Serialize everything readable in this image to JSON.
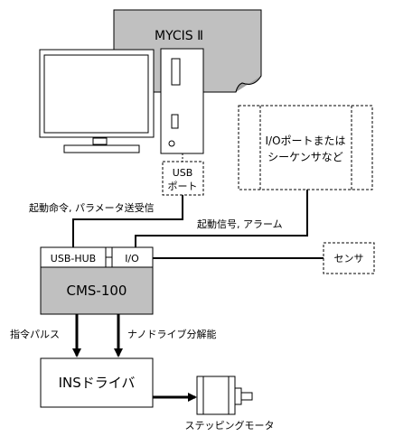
{
  "server": {
    "name": "MYCIS Ⅱ"
  },
  "pc": {
    "usb_port_line1": "USB",
    "usb_port_line2": "ポート"
  },
  "io_box": {
    "line1": "I/Oポートまたは",
    "line2": "シーケンサなど"
  },
  "links": {
    "pc_to_hub": "起動命令, パラメータ送受信",
    "io_to_controller": "起動信号, アラーム",
    "controller_to_driver_left": "指令パルス",
    "controller_to_driver_right": "ナノドライブ分解能"
  },
  "controller": {
    "name": "CMS-100",
    "usb_hub": "USB-HUB",
    "io": "I/O"
  },
  "sensor": {
    "label": "センサ"
  },
  "driver": {
    "label": "INSドライバ"
  },
  "motor": {
    "label": "ステッピングモータ"
  },
  "colors": {
    "server_fill": "#c0c0c0",
    "controller_fill": "#c0c0c0",
    "line": "#000000"
  }
}
